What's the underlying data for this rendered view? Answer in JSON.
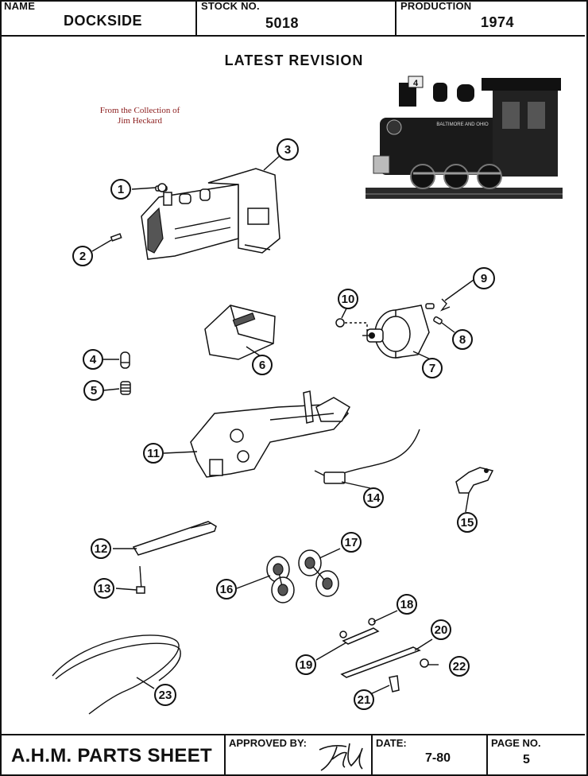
{
  "header": {
    "name_label": "NAME",
    "name_value": "DOCKSIDE",
    "stock_label": "STOCK NO.",
    "stock_value": "5018",
    "production_label": "PRODUCTION",
    "production_value": "1974"
  },
  "page_title": "LATEST REVISION",
  "collection_note": {
    "line1": "From the Collection of",
    "line2": "Jim Heckard"
  },
  "photo": {
    "cab_number": "4",
    "tank_lettering": "BALTIMORE AND OHIO"
  },
  "callouts": [
    "1",
    "2",
    "3",
    "4",
    "5",
    "6",
    "7",
    "8",
    "9",
    "10",
    "11",
    "12",
    "13",
    "14",
    "15",
    "16",
    "17",
    "18",
    "19",
    "20",
    "21",
    "22",
    "23"
  ],
  "footer": {
    "sheet_title": "A.H.M. PARTS SHEET",
    "approved_label": "APPROVED BY:",
    "date_label": "DATE:",
    "date_value": "7-80",
    "page_label": "PAGE NO.",
    "page_value": "5"
  }
}
